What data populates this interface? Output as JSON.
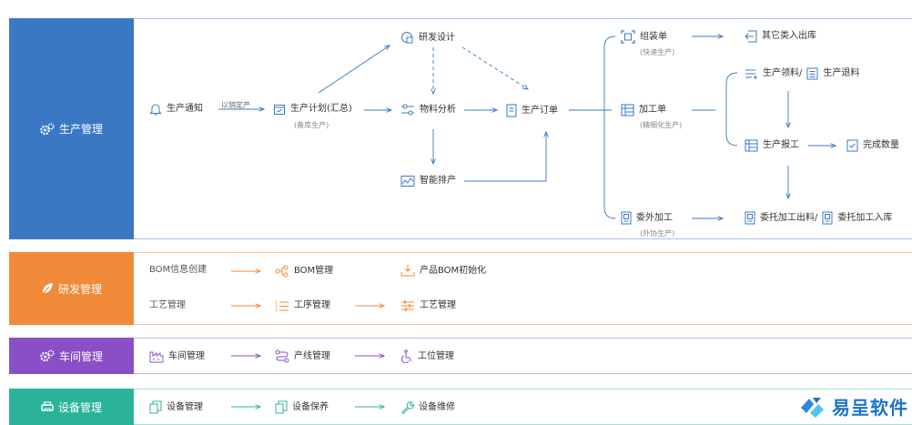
{
  "colors": {
    "production": "#3b78c4",
    "rd": "#f08a39",
    "workshop": "#8a4fc6",
    "equipment": "#2bb39a"
  },
  "production": {
    "title": "生产管理",
    "icon": "gears-icon",
    "notify": "生产通知",
    "to_plan_label": "以销定产",
    "plan": "生产计划(汇总)",
    "plan_sub": "(备库生产)",
    "design": "研发设计",
    "material": "物料分析",
    "schedule": "智能排产",
    "order": "生产订单",
    "assembly": "组装单",
    "assembly_sub": "(快速生产)",
    "process": "加工单",
    "process_sub": "(精细化生产)",
    "outsource": "委外加工",
    "outsource_sub": "(外协生产)",
    "other_io": "其它类入出库",
    "pick": "生产领料/",
    "return": "生产退料",
    "report": "生产报工",
    "done_qty": "完成数量",
    "out_issue": "委托加工出料/",
    "out_receive": "委托加工入库"
  },
  "rd": {
    "title": "研发管理",
    "icon": "leaf-icon",
    "bom_info": "BOM信息创建",
    "bom_mgmt": "BOM管理",
    "bom_init": "产品BOM初始化",
    "craft": "工艺管理",
    "process_mgmt": "工序管理",
    "craft_mgmt": "工艺管理"
  },
  "workshop": {
    "title": "车间管理",
    "icon": "gears-icon",
    "shop": "车间管理",
    "line": "产线管理",
    "station": "工位管理"
  },
  "equipment": {
    "title": "设备管理",
    "icon": "printer-icon",
    "device": "设备管理",
    "maintain": "设备保养",
    "repair": "设备维修"
  },
  "watermark": "易呈软件"
}
